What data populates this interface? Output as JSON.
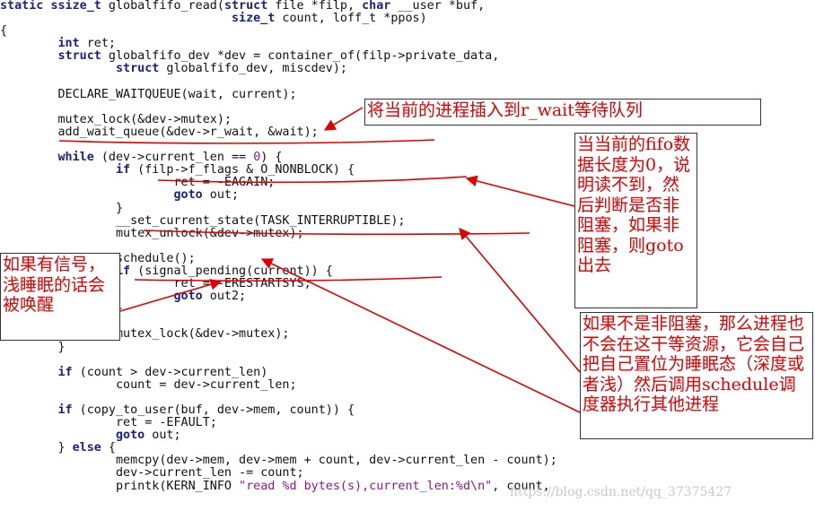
{
  "code": [
    {
      "segments": [
        {
          "t": "static",
          "c": "kw"
        },
        {
          "t": " "
        },
        {
          "t": "ssize_t",
          "c": "ty"
        },
        {
          "t": " globalfifo_read("
        },
        {
          "t": "struct",
          "c": "kw"
        },
        {
          "t": " file *filp, "
        },
        {
          "t": "char",
          "c": "ty"
        },
        {
          "t": " __user *buf,"
        }
      ]
    },
    {
      "segments": [
        {
          "t": "                                "
        },
        {
          "t": "size_t",
          "c": "ty"
        },
        {
          "t": " count, loff_t *ppos)"
        }
      ]
    },
    {
      "segments": [
        {
          "t": "{"
        }
      ]
    },
    {
      "segments": [
        {
          "t": "        "
        },
        {
          "t": "int",
          "c": "ty"
        },
        {
          "t": " ret;"
        }
      ]
    },
    {
      "segments": [
        {
          "t": "        "
        },
        {
          "t": "struct",
          "c": "kw"
        },
        {
          "t": " globalfifo_dev *dev = container_of(filp->private_data,"
        }
      ]
    },
    {
      "segments": [
        {
          "t": "                "
        },
        {
          "t": "struct",
          "c": "kw"
        },
        {
          "t": " globalfifo_dev, miscdev);"
        }
      ]
    },
    {
      "segments": [
        {
          "t": ""
        }
      ]
    },
    {
      "segments": [
        {
          "t": "        DECLARE_WAITQUEUE(wait, current);"
        }
      ]
    },
    {
      "segments": [
        {
          "t": ""
        }
      ]
    },
    {
      "segments": [
        {
          "t": "        mutex_lock(&dev->mutex);"
        }
      ]
    },
    {
      "segments": [
        {
          "t": "        add_wait_queue(&dev->r_wait, &wait);"
        }
      ]
    },
    {
      "segments": [
        {
          "t": ""
        }
      ]
    },
    {
      "segments": [
        {
          "t": "        "
        },
        {
          "t": "while",
          "c": "kw"
        },
        {
          "t": " (dev->current_len == "
        },
        {
          "t": "0",
          "c": "num"
        },
        {
          "t": ") {"
        }
      ]
    },
    {
      "segments": [
        {
          "t": "                "
        },
        {
          "t": "if",
          "c": "kw"
        },
        {
          "t": " (filp->f_flags & O_NONBLOCK) {"
        }
      ]
    },
    {
      "segments": [
        {
          "t": "                        ret = -EAGAIN;"
        }
      ]
    },
    {
      "segments": [
        {
          "t": "                        "
        },
        {
          "t": "goto",
          "c": "kw"
        },
        {
          "t": " out;"
        }
      ]
    },
    {
      "segments": [
        {
          "t": "                }"
        }
      ]
    },
    {
      "segments": [
        {
          "t": "                __set_current_state(TASK_INTERRUPTIBLE);"
        }
      ]
    },
    {
      "segments": [
        {
          "t": "                mutex_unlock(&dev->mutex);"
        }
      ]
    },
    {
      "segments": [
        {
          "t": ""
        }
      ]
    },
    {
      "segments": [
        {
          "t": "                schedule();"
        }
      ]
    },
    {
      "segments": [
        {
          "t": "                "
        },
        {
          "t": "if",
          "c": "kw"
        },
        {
          "t": " (signal_pending(current)) {"
        }
      ]
    },
    {
      "segments": [
        {
          "t": "                        ret = -ERESTARTSYS;"
        }
      ]
    },
    {
      "segments": [
        {
          "t": "                        "
        },
        {
          "t": "goto",
          "c": "kw"
        },
        {
          "t": " out2;"
        }
      ]
    },
    {
      "segments": [
        {
          "t": "                }"
        }
      ]
    },
    {
      "segments": [
        {
          "t": ""
        }
      ]
    },
    {
      "segments": [
        {
          "t": "                mutex_lock(&dev->mutex);"
        }
      ]
    },
    {
      "segments": [
        {
          "t": "        }"
        }
      ]
    },
    {
      "segments": [
        {
          "t": ""
        }
      ]
    },
    {
      "segments": [
        {
          "t": "        "
        },
        {
          "t": "if",
          "c": "kw"
        },
        {
          "t": " (count > dev->current_len)"
        }
      ]
    },
    {
      "segments": [
        {
          "t": "                count = dev->current_len;"
        }
      ]
    },
    {
      "segments": [
        {
          "t": ""
        }
      ]
    },
    {
      "segments": [
        {
          "t": "        "
        },
        {
          "t": "if",
          "c": "kw"
        },
        {
          "t": " (copy_to_user(buf, dev->mem, count)) {"
        }
      ]
    },
    {
      "segments": [
        {
          "t": "                ret = -EFAULT;"
        }
      ]
    },
    {
      "segments": [
        {
          "t": "                "
        },
        {
          "t": "goto",
          "c": "kw"
        },
        {
          "t": " out;"
        }
      ]
    },
    {
      "segments": [
        {
          "t": "        } "
        },
        {
          "t": "else",
          "c": "kw"
        },
        {
          "t": " {"
        }
      ]
    },
    {
      "segments": [
        {
          "t": "                memcpy(dev->mem, dev->mem + count, dev->current_len - count);"
        }
      ]
    },
    {
      "segments": [
        {
          "t": "                dev->current_len -= count;"
        }
      ]
    },
    {
      "segments": [
        {
          "t": "                printk(KERN_INFO "
        },
        {
          "t": "\"read %d bytes(s),current_len:%d\\n\"",
          "c": "str"
        },
        {
          "t": ", count,"
        }
      ]
    }
  ],
  "annotations": {
    "waitqueue": "将当前的进程插入到r_wait等待队列",
    "nonblock": "当当前的fifo数据长度为0，说明读不到，然后判断是否非阻塞，如果非阻塞，则goto出去",
    "signal": "如果有信号，浅睡眠的话会被唤醒",
    "schedule": "如果不是非阻塞，那么进程也不会在这干等资源，它会自己把自己置位为睡眠态（深度或者浅）然后调用schedule调度器执行其他进程"
  },
  "watermark": "https://blog.csdn.net/qq_37375427",
  "colors": {
    "annotation": "#e00000",
    "keyword": "#1a237e",
    "string": "#8b1a8b"
  }
}
